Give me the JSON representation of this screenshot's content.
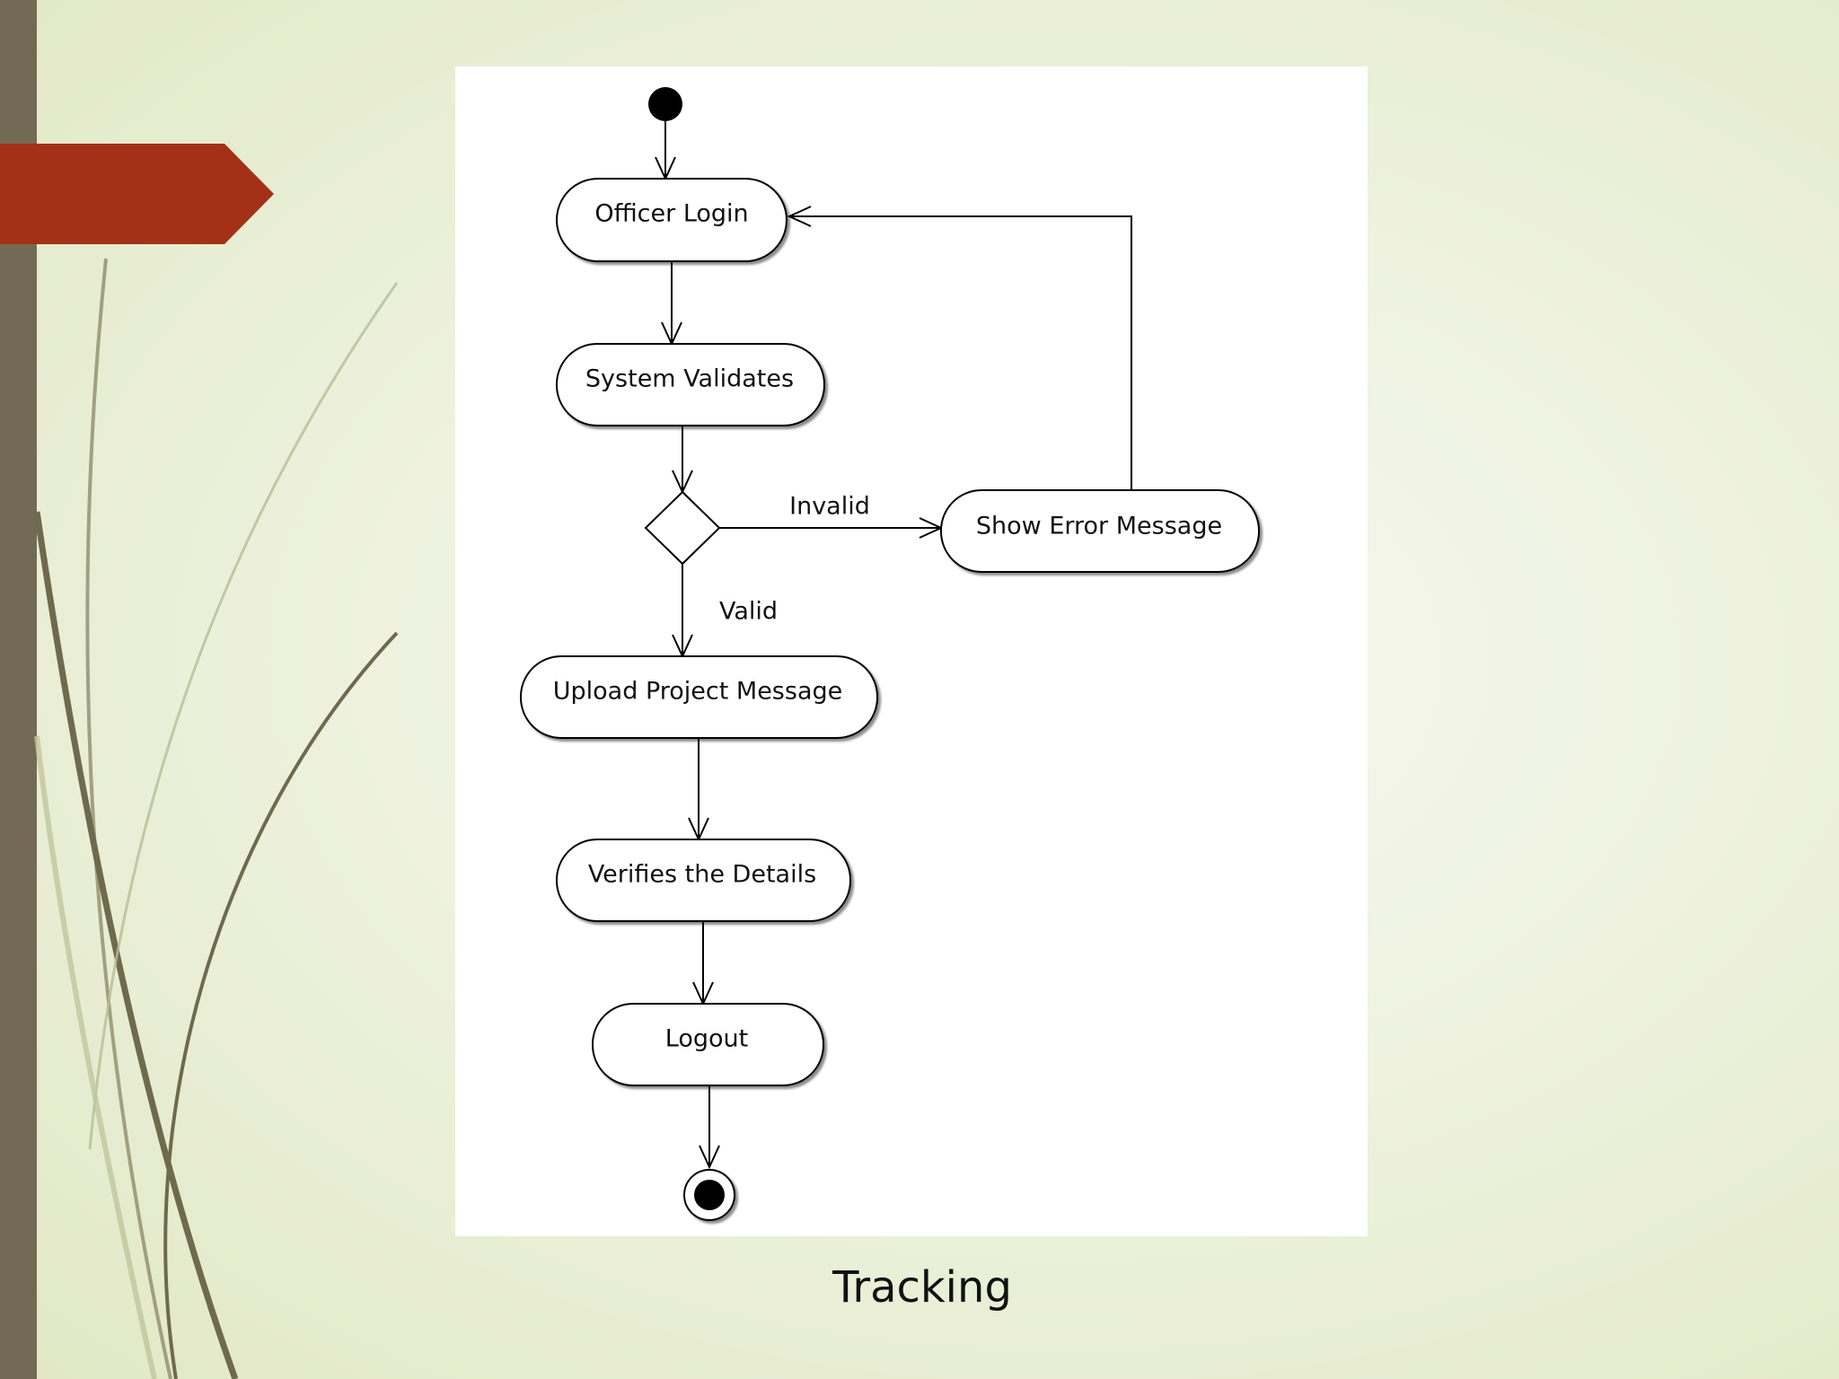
{
  "slide": {
    "caption": "Tracking",
    "colors": {
      "background": "#eef2df",
      "side_bar": "#736a55",
      "tag": "#a33118",
      "panel": "#ffffff",
      "line": "#000000"
    }
  },
  "diagram": {
    "type": "uml-activity",
    "nodes": {
      "start": {
        "kind": "initial"
      },
      "officer_login": {
        "kind": "action",
        "label": "Officer Login"
      },
      "system_validates": {
        "kind": "action",
        "label": "System Validates"
      },
      "decision": {
        "kind": "decision"
      },
      "show_error": {
        "kind": "action",
        "label": "Show Error Message"
      },
      "upload_project": {
        "kind": "action",
        "label": "Upload Project Message"
      },
      "verifies_details": {
        "kind": "action",
        "label": "Verifies the Details"
      },
      "logout": {
        "kind": "action",
        "label": "Logout"
      },
      "end": {
        "kind": "final"
      }
    },
    "edges": [
      {
        "from": "start",
        "to": "officer_login"
      },
      {
        "from": "officer_login",
        "to": "system_validates"
      },
      {
        "from": "system_validates",
        "to": "decision"
      },
      {
        "from": "decision",
        "to": "show_error",
        "label": "Invalid"
      },
      {
        "from": "show_error",
        "to": "officer_login"
      },
      {
        "from": "decision",
        "to": "upload_project",
        "label": "Valid"
      },
      {
        "from": "upload_project",
        "to": "verifies_details"
      },
      {
        "from": "verifies_details",
        "to": "logout"
      },
      {
        "from": "logout",
        "to": "end"
      }
    ]
  }
}
